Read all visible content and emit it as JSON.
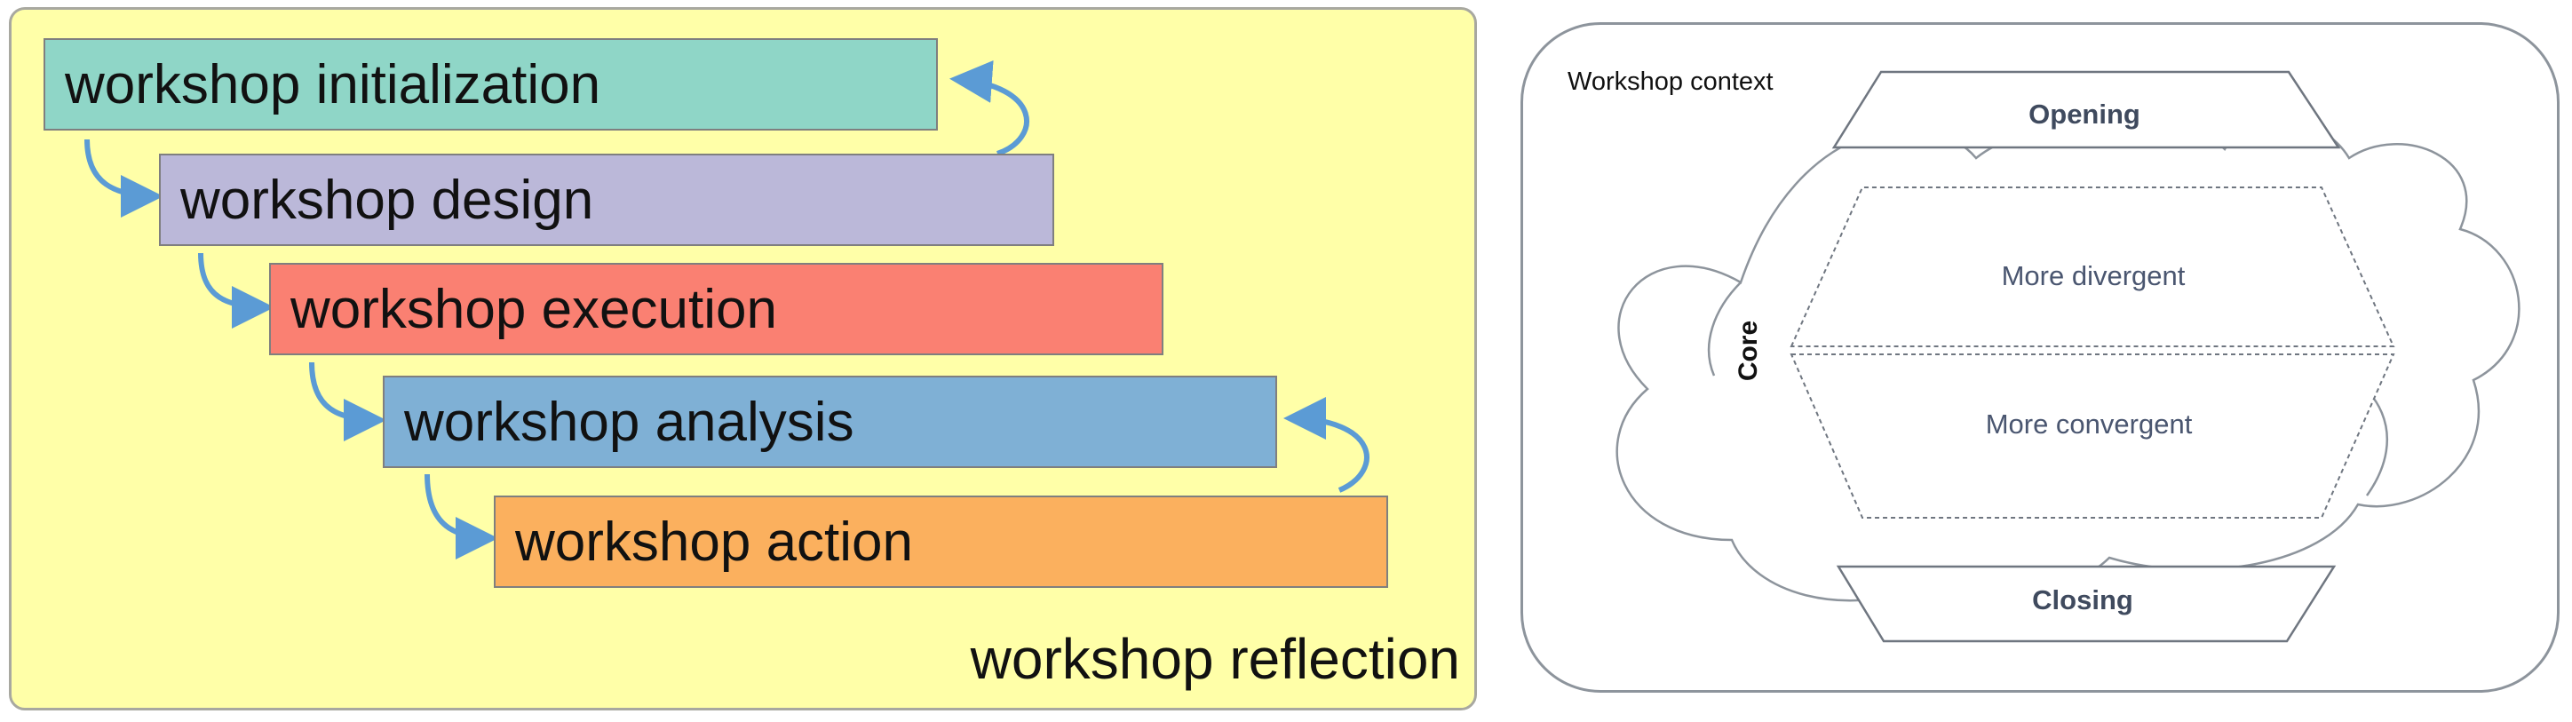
{
  "workflow": {
    "stages": [
      {
        "label": "workshop initialization",
        "color": "#8fd6c7"
      },
      {
        "label": "workshop design",
        "color": "#bbb8d9"
      },
      {
        "label": "workshop execution",
        "color": "#fa8072"
      },
      {
        "label": "workshop analysis",
        "color": "#7fb0d5"
      },
      {
        "label": "workshop action",
        "color": "#fbb05e"
      }
    ],
    "reflection_label": "workshop reflection",
    "arrow_color": "#5b9bd5",
    "background_color": "#ffffa8"
  },
  "context_diagram": {
    "context_label": "Workshop context",
    "opening_label": "Opening",
    "divergent_label": "More divergent",
    "convergent_label": "More convergent",
    "closing_label": "Closing",
    "core_label": "Core"
  }
}
